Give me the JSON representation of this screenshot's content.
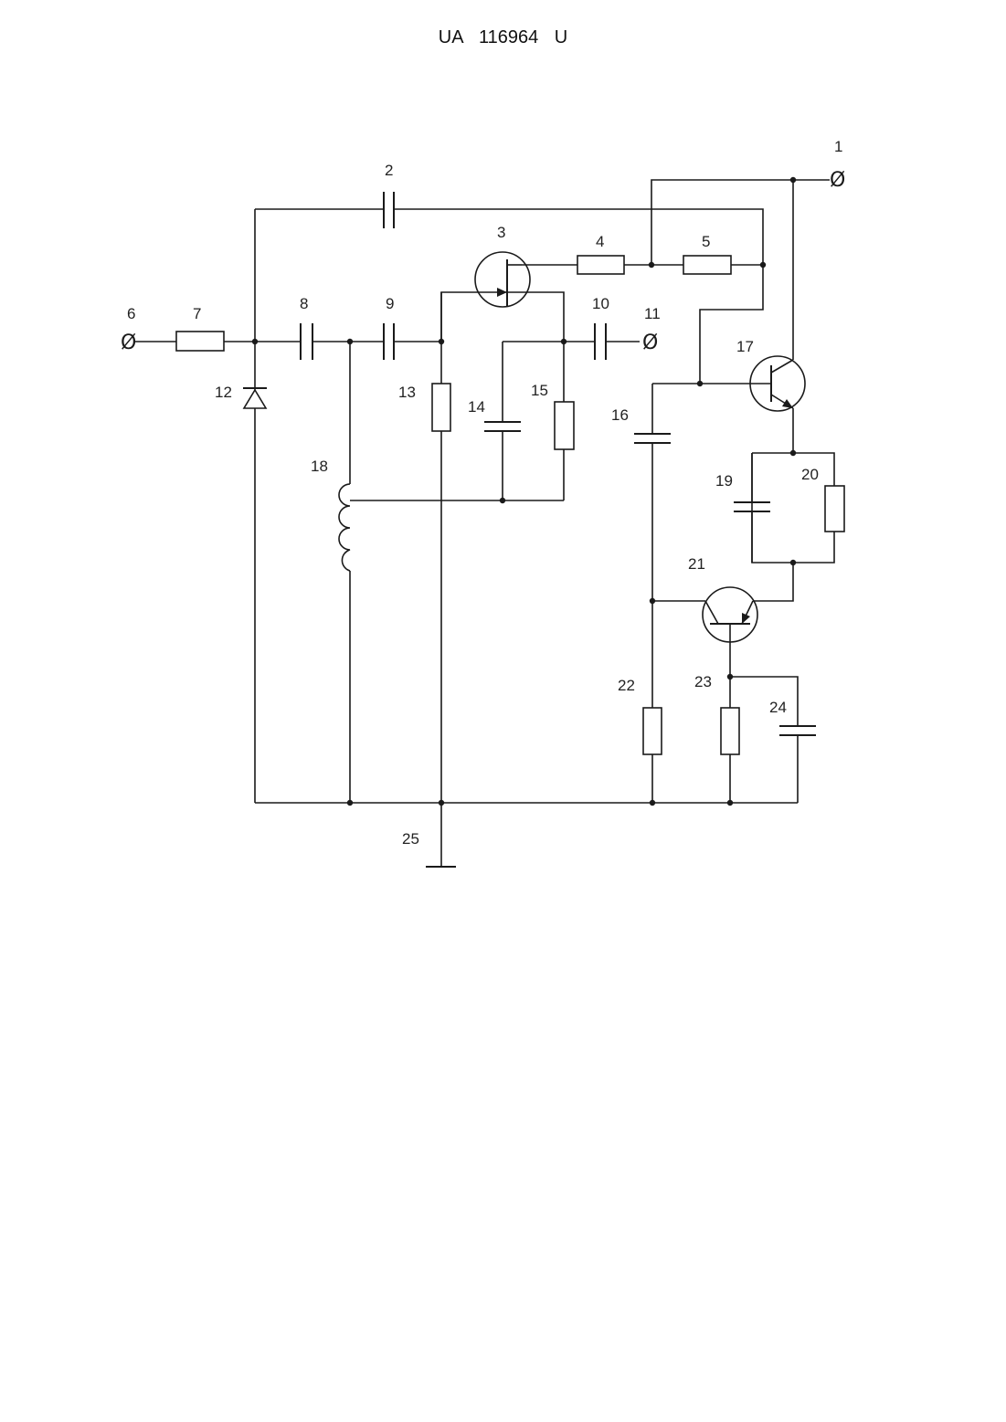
{
  "document": {
    "header": "UA 116964 U"
  },
  "diagram": {
    "terminal_symbol": "Ø",
    "labels": {
      "l1": "1",
      "l2": "2",
      "l3": "3",
      "l4": "4",
      "l5": "5",
      "l6": "6",
      "l7": "7",
      "l8": "8",
      "l9": "9",
      "l10": "10",
      "l11": "11",
      "l12": "12",
      "l13": "13",
      "l14": "14",
      "l15": "15",
      "l16": "16",
      "l17": "17",
      "l18": "18",
      "l19": "19",
      "l20": "20",
      "l21": "21",
      "l22": "22",
      "l23": "23",
      "l24": "24",
      "l25": "25"
    }
  }
}
